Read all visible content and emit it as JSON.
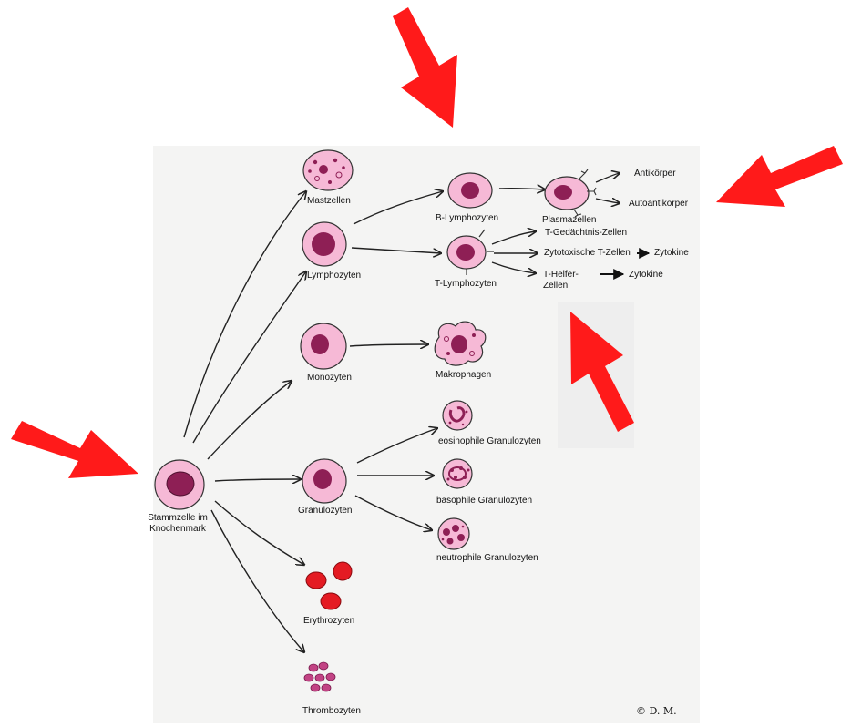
{
  "diagram": {
    "nodes": {
      "stem": "Stammzelle im Knochenmark",
      "mast": "Mastzellen",
      "lympho": "Lymphozyten",
      "mono": "Monozyten",
      "granulo": "Granulozyten",
      "ery": "Erythrozyten",
      "thrombo": "Thrombozyten",
      "blympho": "B-Lymphozyten",
      "tlympho": "T-Lymphozyten",
      "makro": "Makrophagen",
      "eosino": "eosinophile Granulozyten",
      "baso": "basophile Granulozyten",
      "neutro": "neutrophile Granulozyten",
      "plasma": "Plasmazellen",
      "antik": "Antikörper",
      "autoantik": "Autoantikörper",
      "tgedaecht": "T-Gedächtnis-Zellen",
      "tzyto": "Zytotoxische T-Zellen",
      "thelfer": "T-Helfer- Zellen",
      "zytokine1": "Zytokine",
      "zytokine2": "Zytokine"
    },
    "copyright": "© D. M.",
    "colors": {
      "cell_fill": "#f6b9d6",
      "nucleus": "#8e1f55",
      "ery": "#e41b23",
      "thrombo": "#c24384",
      "red_arrow": "#ff1a1a"
    }
  }
}
